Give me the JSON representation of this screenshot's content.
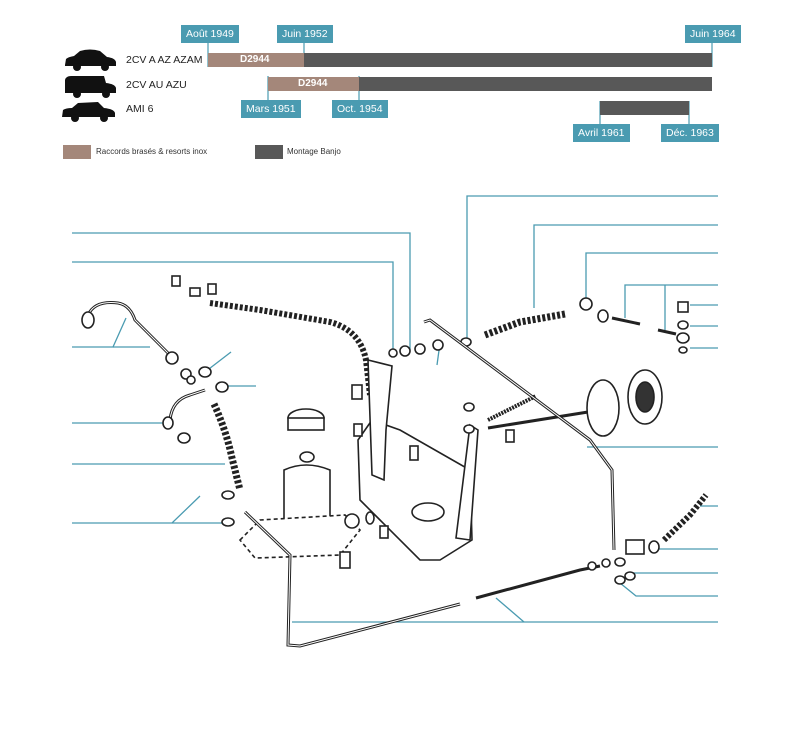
{
  "colors": {
    "tag": "#4a9bb1",
    "brazed": "#a4877a",
    "banjo": "#585858",
    "leader": "#4a9bb1"
  },
  "timeline": {
    "models": [
      {
        "label": "2CV A AZ AZAM",
        "icon": "car-sedan-icon"
      },
      {
        "label": "2CV AU AZU",
        "icon": "van-icon"
      },
      {
        "label": "AMI 6",
        "icon": "car-ami-icon"
      }
    ],
    "dates": {
      "aout_1949": "Août 1949",
      "juin_1952": "Juin 1952",
      "juin_1964": "Juin 1964",
      "mars_1951": "Mars 1951",
      "oct_1954": "Oct. 1954",
      "avril_1961": "Avril 1961",
      "dec_1963": "Déc. 1963"
    },
    "codes": {
      "row1": "D2944",
      "row2": "D2944"
    }
  },
  "legend": {
    "brazed": "Raccords brasés & resorts inox",
    "banjo": "Montage Banjo"
  }
}
